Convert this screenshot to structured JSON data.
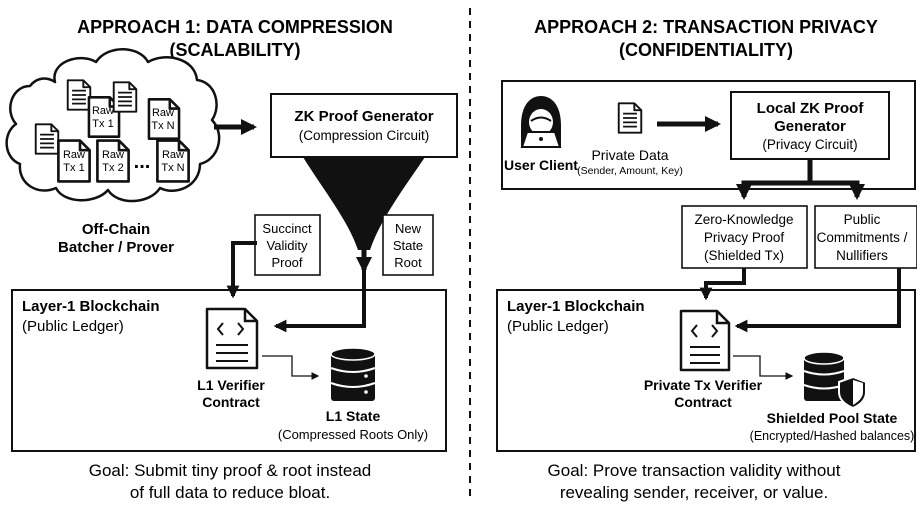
{
  "left": {
    "title_line1": "APPROACH 1: DATA COMPRESSION",
    "title_line2": "(SCALABILITY)",
    "raw_tx": [
      {
        "line1": "Raw",
        "line2": "Tx 1"
      },
      {
        "line1": "Raw",
        "line2": "Tx N"
      },
      {
        "line1": "Raw",
        "line2": "Tx 1"
      },
      {
        "line1": "Raw",
        "line2": "Tx 2"
      },
      {
        "line1": "Raw",
        "line2": "Tx N"
      }
    ],
    "ellipsis": "...",
    "batcher_line1": "Off-Chain",
    "batcher_line2": "Batcher / Prover",
    "generator_title": "ZK Proof Generator",
    "generator_sub": "(Compression Circuit)",
    "proof_box": [
      "Succinct",
      "Validity",
      "Proof"
    ],
    "root_box": [
      "New",
      "State",
      "Root"
    ],
    "chain_title": "Layer-1 Blockchain",
    "chain_sub": "(Public Ledger)",
    "verifier_line1": "L1 Verifier",
    "verifier_line2": "Contract",
    "state_title": "L1 State",
    "state_sub": "(Compressed Roots Only)",
    "goal_line1": "Goal: Submit tiny proof & root instead",
    "goal_line2": "of full data to reduce bloat."
  },
  "right": {
    "title_line1": "APPROACH 2: TRANSACTION PRIVACY",
    "title_line2": "(CONFIDENTIALITY)",
    "user_label": "User Client",
    "private_data_title": "Private Data",
    "private_data_sub": "(Sender, Amount, Key)",
    "generator_line1": "Local ZK Proof",
    "generator_line2": "Generator",
    "generator_sub": "(Privacy Circuit)",
    "zk_box": [
      "Zero-Knowledge",
      "Privacy Proof",
      "(Shielded Tx)"
    ],
    "commit_box": [
      "Public",
      "Commitments /",
      "Nullifiers"
    ],
    "chain_title": "Layer-1 Blockchain",
    "chain_sub": "(Public Ledger)",
    "verifier_line1": "Private Tx Verifier",
    "verifier_line2": "Contract",
    "state_title": "Shielded Pool State",
    "state_sub": "(Encrypted/Hashed balances)",
    "goal_line1": "Goal: Prove transaction validity without",
    "goal_line2": "revealing sender, receiver, or value."
  },
  "icons": [
    "document-icon",
    "code-file-icon",
    "database-icon",
    "shielded-database-icon",
    "hacker-laptop-icon",
    "cloud-icon"
  ]
}
